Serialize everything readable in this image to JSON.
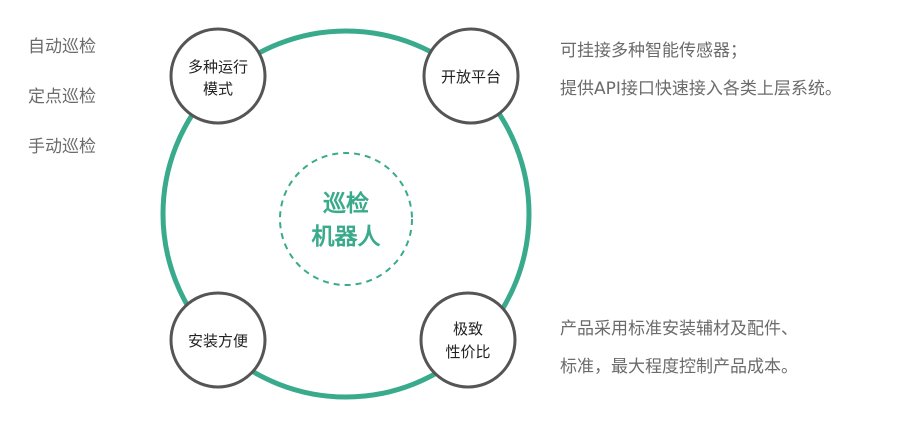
{
  "inspection_modes": [
    "自动巡检",
    "定点巡检",
    "手动巡检"
  ],
  "center": {
    "line1": "巡检",
    "line2": "机器人"
  },
  "nodes": {
    "multi_mode": {
      "line1": "多种运行",
      "line2": "模式"
    },
    "open_platform": {
      "line1": "开放平台"
    },
    "easy_install": {
      "line1": "安装方便"
    },
    "cost_effective": {
      "line1": "极致",
      "line2": "性价比"
    }
  },
  "descriptions": {
    "open_platform": [
      "可挂接多种智能传感器；",
      "提供API接口快速接入各类上层系统。"
    ],
    "cost_effective": [
      "产品采用标准安装辅材及配件、",
      "标准，最大程度控制产品成本。"
    ]
  },
  "colors": {
    "ring": "#3aaa8c",
    "node_border": "#555555",
    "center_text": "#3aaa8c",
    "muted_text": "#6b6b6b"
  }
}
